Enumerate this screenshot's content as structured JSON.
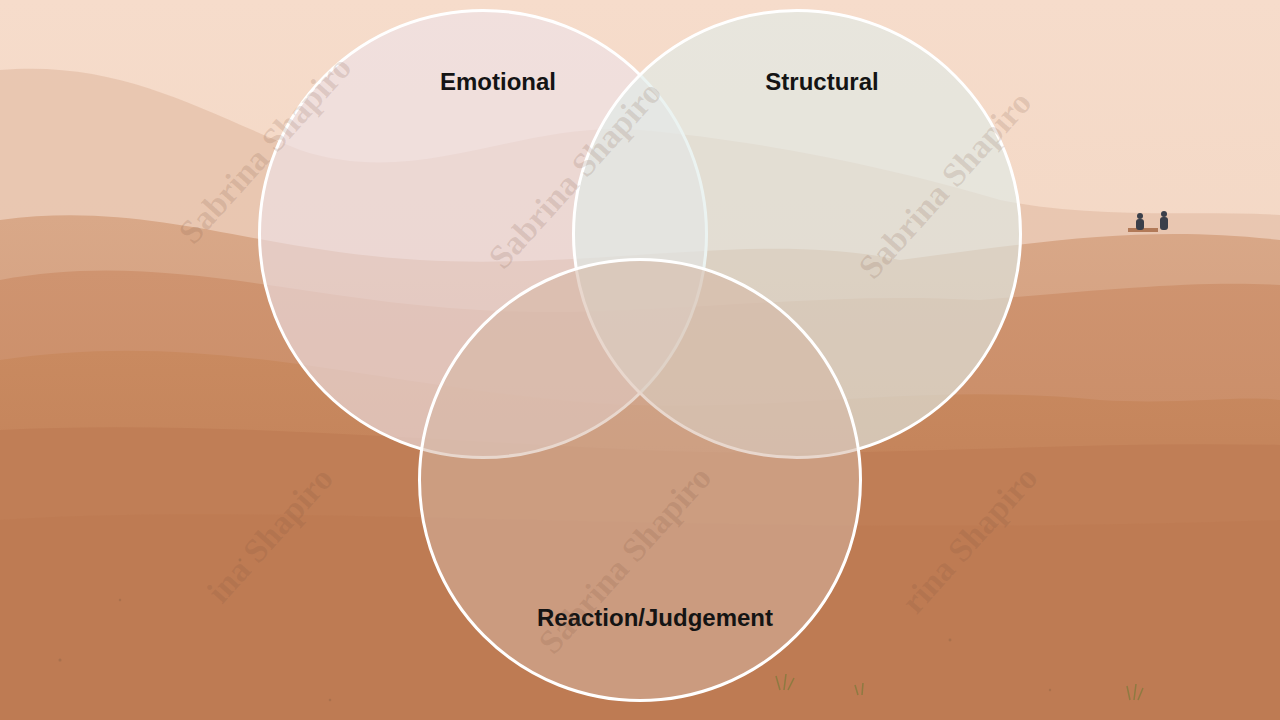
{
  "diagram": {
    "nodes": [
      {
        "text": [
          "Emotional"
        ]
      },
      {
        "text": [
          "Structural"
        ]
      },
      {
        "text": [
          "Reaction/Judgement"
        ]
      }
    ],
    "labels": [
      "Sabrina Shapiro",
      "Sabrina Shapiro",
      "Sabrina Shapiro",
      "ina Shapiro",
      "Sabrina Shapiro",
      "rina Shapiro"
    ]
  }
}
